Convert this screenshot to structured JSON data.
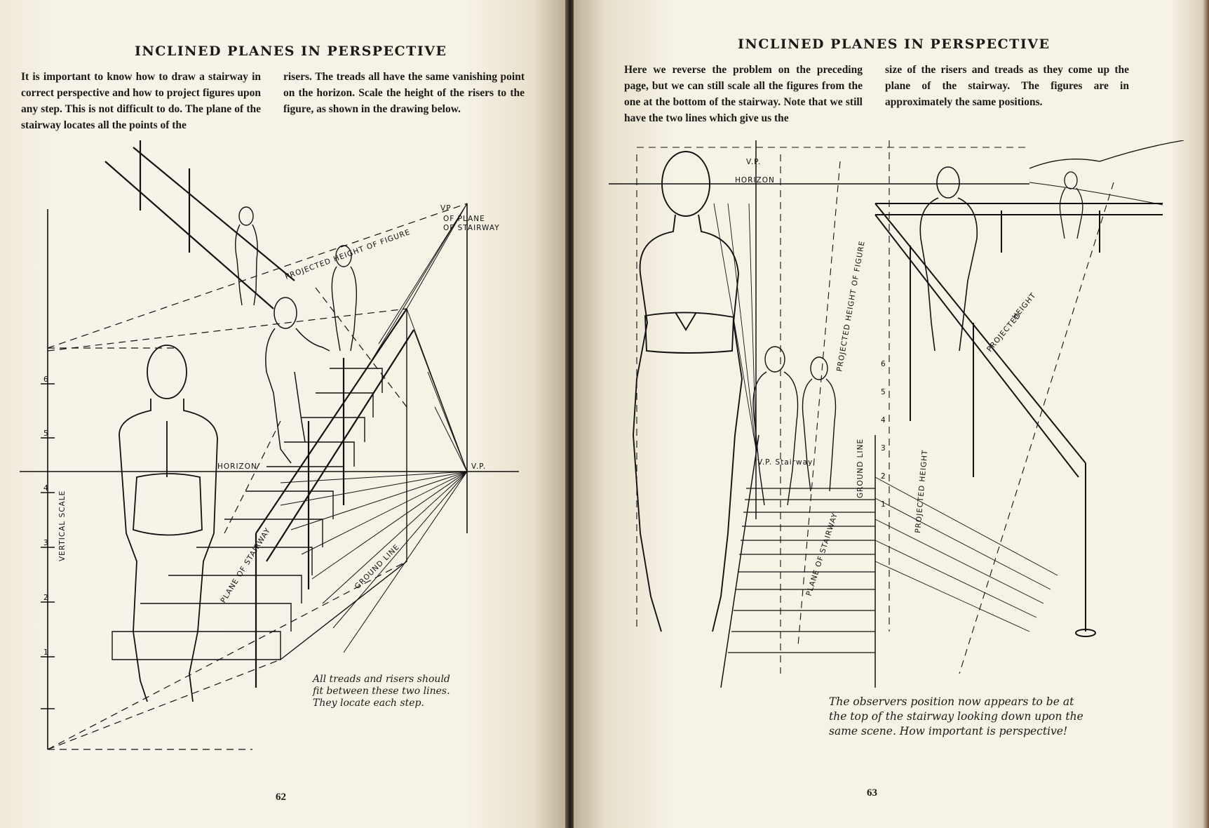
{
  "left_page": {
    "running_title": "INCLINED PLANES IN PERSPECTIVE",
    "body": [
      "It is important to know how to draw a stairway in correct perspective and how to project figures upon any step. This is not difficult to do. The plane of the stairway locates all the points of the",
      "risers. The treads all have the same vanishing point on the horizon. Scale the height of the risers to the figure, as shown in the drawing below."
    ],
    "figure": {
      "labels": {
        "vp_plane": "VP",
        "of_plane": "OF PLANE",
        "of_stairway": "OF STAIRWAY",
        "projected_height": "PROJECTED HEIGHT OF FIGURE",
        "horizon": "HORIZON",
        "vp": "V.P.",
        "vertical_scale": "VERTICAL SCALE",
        "plane_of_stairway": "PLANE OF STAIRWAY",
        "ground_line": "GROUND LINE",
        "scale_ticks": [
          "6",
          "5",
          "4",
          "3",
          "2",
          "1"
        ]
      },
      "caption": [
        "All treads and risers should",
        "fit between these two lines.",
        "They locate each step."
      ]
    },
    "page_number": "62"
  },
  "right_page": {
    "running_title": "INCLINED PLANES IN PERSPECTIVE",
    "body": [
      "Here we reverse the problem on the preceding page, but we can still scale all the figures from the one at the bottom of the stairway. Note that we still have the two lines which give us the",
      "size of the risers and treads as they come up the plane of the stairway. The figures are in approximately the same positions."
    ],
    "figure": {
      "labels": {
        "vp_top": "V.P.",
        "horizon": "HORIZON",
        "projected_height_figure": "PROJECTED HEIGHT OF FIGURE",
        "projected": "PROJECTED",
        "height": "HEIGHT",
        "vp_stairway": "V.P. Stairway",
        "ground_line": "GROUND LINE",
        "projected_height": "PROJECTED HEIGHT",
        "plane_of_stairway": "PLANE OF STAIRWAY",
        "scale_ticks": [
          "6",
          "5",
          "4",
          "3",
          "2",
          "1"
        ]
      },
      "caption": [
        "The observers position now appears to be at",
        "the top of the stairway looking down upon the",
        "same scene. How important is perspective!"
      ]
    },
    "page_number": "63"
  },
  "colors": {
    "paper": "#f6f2e6",
    "ink": "#1c1a16",
    "binding": "#2a1f17"
  }
}
